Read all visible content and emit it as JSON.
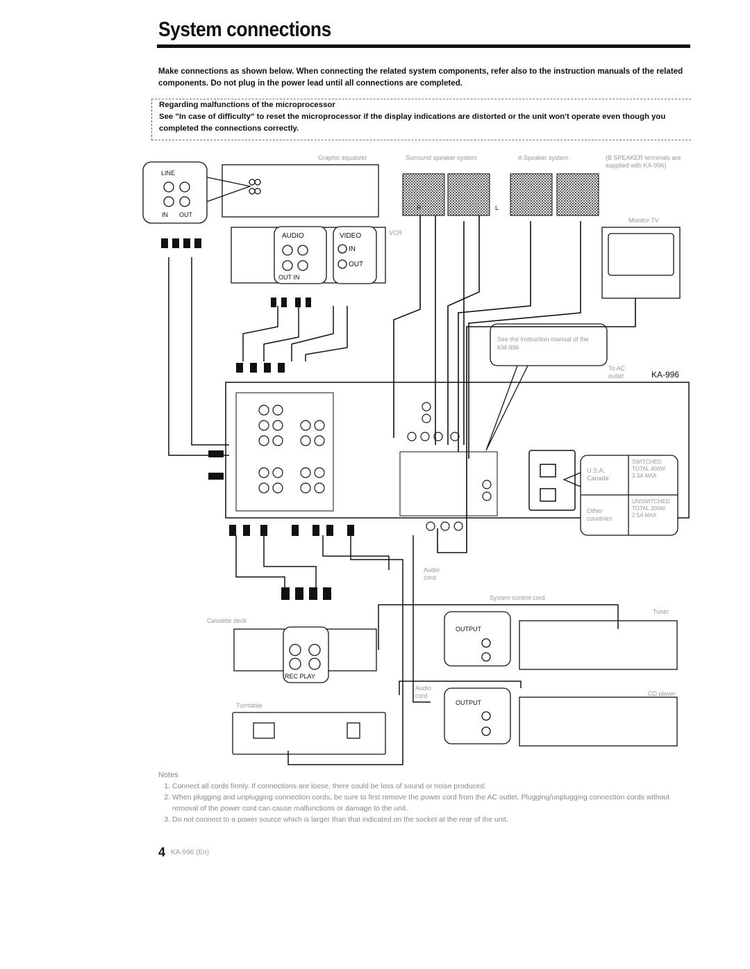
{
  "page": {
    "title": "System connections",
    "intro": "Make connections as shown below. When connecting the related system components, refer also to the instruction manuals of the related components. Do not plug in the power lead until all connections are completed.",
    "note_heading": "Regarding malfunctions of the microprocessor",
    "note_text": "See \"In case of difficulty\" to reset the microprocessor if the display indications are distorted or the unit won't operate even though you completed the connections correctly."
  },
  "diagram": {
    "graphic_equalizer": "Graphic equalizer",
    "surround_speakers": "Surround speaker system",
    "a_speakers": "A Speaker system",
    "b_speaker_note": "(B SPEAKER terminals are supplied with KA-996)",
    "monitor_tv": "Monitor TV",
    "vcr": "VCR",
    "line": "LINE",
    "in": "IN",
    "out": "OUT",
    "audio": "AUDIO",
    "video": "VIDEO",
    "video_in": "IN",
    "video_out": "OUT",
    "audio_out_in": "OUT  IN",
    "see_manual": "See the instruction manual of the KM-996",
    "to_ac_outlet": "To AC outlet",
    "model": "KA-996",
    "usa_canada": "U.S.A. Canada",
    "other_countries": "Other countries",
    "switched_rating": "SWITCHED TOTAL 400W 3.3A MAX",
    "unswitched_rating": "UNSWITCHED TOTAL 300W 2.5A MAX",
    "audio_cord_1": "Audio cord",
    "system_control_cord": "System control cord",
    "tuner": "Tuner",
    "output_1": "OUTPUT",
    "cd_player": "CD player",
    "audio_cord_2": "Audio cord",
    "output_2": "OUTPUT",
    "cassette_deck": "Cassette deck",
    "rec_play": "REC PLAY",
    "turntable": "Turntable",
    "r_plus": "R",
    "l_plus": "L"
  },
  "notes": {
    "heading": "Notes",
    "items": [
      "Connect all cords firmly. If connections are loose, there could be loss of sound or noise produced.",
      "When plugging and unplugging connection cords, be sure to first remove the power cord from the AC outlet. Plugging/unplugging connection cords without removal of the power cord can cause malfunctions or damage to the unit.",
      "Do not connect to a power source which is larger than that indicated on the socket at the rear of the unit."
    ]
  },
  "footer": {
    "page_number": "4",
    "page_code": "KA-996 (En)"
  }
}
